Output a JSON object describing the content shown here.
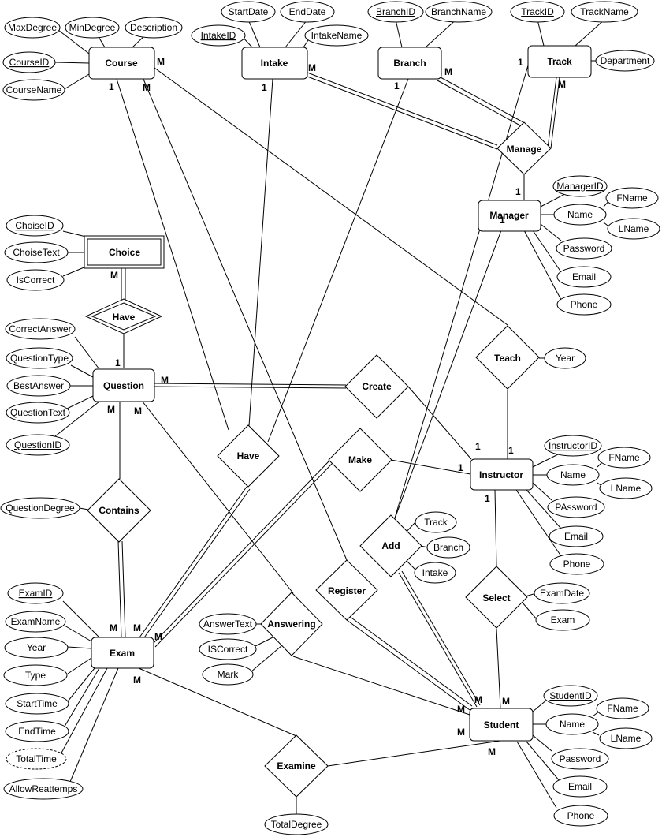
{
  "entities": {
    "course": "Course",
    "intake": "Intake",
    "branch": "Branch",
    "track": "Track",
    "manager": "Manager",
    "choice": "Choice",
    "question": "Question",
    "instructor": "Instructor",
    "exam": "Exam",
    "student": "Student"
  },
  "relationships": {
    "manage": "Manage",
    "have_choice": "Have",
    "teach": "Teach",
    "create": "Create",
    "have_course": "Have",
    "make": "Make",
    "contains": "Contains",
    "add": "Add",
    "register": "Register",
    "select": "Select",
    "answering": "Answering",
    "examine": "Examine"
  },
  "attributes": {
    "course": {
      "max_degree": "MaxDegree",
      "min_degree": "MinDegree",
      "description": "Description",
      "course_id": "CourseID",
      "course_name": "CourseName"
    },
    "intake": {
      "start_date": "StartDate",
      "end_date": "EndDate",
      "intake_id": "IntakeID",
      "intake_name": "IntakeName"
    },
    "branch": {
      "branch_id": "BranchID",
      "branch_name": "BranchName"
    },
    "track": {
      "track_id": "TrackID",
      "track_name": "TrackName",
      "department": "Department"
    },
    "manager": {
      "manager_id": "ManagerID",
      "name": "Name",
      "fname": "FName",
      "lname": "LName",
      "password": "Password",
      "email": "Email",
      "phone": "Phone"
    },
    "choice": {
      "choise_id": "ChoiseID",
      "choise_text": "ChoiseText",
      "is_correct": "IsCorrect"
    },
    "question": {
      "correct_answer": "CorrectAnswer",
      "question_type": "QuestionType",
      "best_answer": "BestAnswer",
      "question_text": "QuestionText",
      "question_id": "QuestionID"
    },
    "teach": {
      "year": "Year"
    },
    "instructor": {
      "instructor_id": "InstructorID",
      "name": "Name",
      "fname": "FName",
      "lname": "LName",
      "password": "PAssword",
      "email": "Email",
      "phone": "Phone"
    },
    "contains": {
      "question_degree": "QuestionDegree"
    },
    "add": {
      "track": "Track",
      "branch": "Branch",
      "intake": "Intake"
    },
    "select": {
      "exam_date": "ExamDate",
      "exam": "Exam"
    },
    "exam": {
      "exam_id": "ExamID",
      "exam_name": "ExamName",
      "year": "Year",
      "type": "Type",
      "start_time": "StartTime",
      "end_time": "EndTime",
      "total_time": "TotalTime",
      "allow_reattemps": "AllowReattemps"
    },
    "answering": {
      "answer_text": "AnswerText",
      "is_correct": "ISCorrect",
      "mark": "Mark"
    },
    "student": {
      "student_id": "StudentID",
      "name": "Name",
      "fname": "FName",
      "lname": "LName",
      "password": "Password",
      "email": "Email",
      "phone": "Phone"
    },
    "examine": {
      "total_degree": "TotalDegree"
    }
  },
  "cardinalities": {
    "course_m": "M",
    "course_1": "1",
    "course_m2": "M",
    "intake_m": "M",
    "intake_1": "1",
    "branch_m": "M",
    "branch_1": "1",
    "track_1": "1",
    "track_m": "M",
    "manager_1": "1",
    "manager_1b": "1",
    "choice_m": "M",
    "question_1": "1",
    "question_m": "M",
    "question_m2": "M",
    "question_m3": "M",
    "instructor_1a": "1",
    "instructor_1b": "1",
    "instructor_1c": "1",
    "instructor_1d": "1",
    "exam_m1": "M",
    "exam_m2": "M",
    "exam_m3": "M",
    "exam_m4": "M",
    "student_m1": "M",
    "student_m2": "M",
    "student_m3": "M",
    "student_m4": "M",
    "student_m5": "M"
  }
}
